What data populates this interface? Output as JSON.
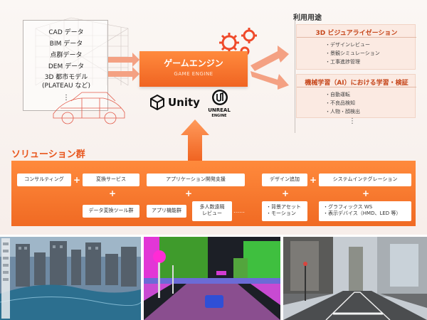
{
  "inputs": {
    "items": [
      "CAD データ",
      "BIM データ",
      "点群データ",
      "DEM データ",
      "3D 都市モデル",
      "(PLATEAU など)"
    ],
    "more": "⋮"
  },
  "engine": {
    "title": "ゲームエンジン",
    "subtitle": "GAME ENGINE",
    "logos": {
      "unity": "Unity",
      "unreal": [
        "UNREAL",
        "ENGINE"
      ]
    }
  },
  "uses": {
    "title": "利用用途",
    "cards": [
      {
        "heading": "3D ビジュアライゼーション",
        "items": [
          "・デザインレビュー",
          "・景観シミュレーション",
          "・工事進捗管理"
        ]
      },
      {
        "heading": "機械学習（AI）における学習・検証",
        "items": [
          "・自動運転",
          "・不良品検知",
          "・人物・顔検出"
        ]
      }
    ],
    "more": "⋮"
  },
  "solutions": {
    "title": "ソリューション群",
    "top_row": [
      "コンサルティング",
      "変換サービス",
      "アプリケーション開発支援",
      "デザイン追加",
      "システムインテグレーション"
    ],
    "bottom": {
      "conversion_tools": "データ変換ツール群",
      "app_features": "アプリ機能群",
      "multiuser": [
        "多人数遠隔",
        "レビュー"
      ],
      "ellipsis": "……",
      "design_items": [
        "・背景アセット",
        "・モーション"
      ],
      "si_items": [
        "・グラフィックス WS",
        "・表示デバイス（HMD、LED 等）"
      ]
    },
    "plus": "+"
  },
  "colors": {
    "accent": "#f06422",
    "accent_light": "#ff8a3d",
    "card_bg": "#fbeae2",
    "card_text": "#c6461a"
  },
  "icons": {
    "flow_arrows": "arrow-right-icon",
    "gears": "gear-icon",
    "up_arrow": "arrow-up-icon",
    "unity": "unity-logo-icon",
    "unreal": "unreal-logo-icon"
  }
}
